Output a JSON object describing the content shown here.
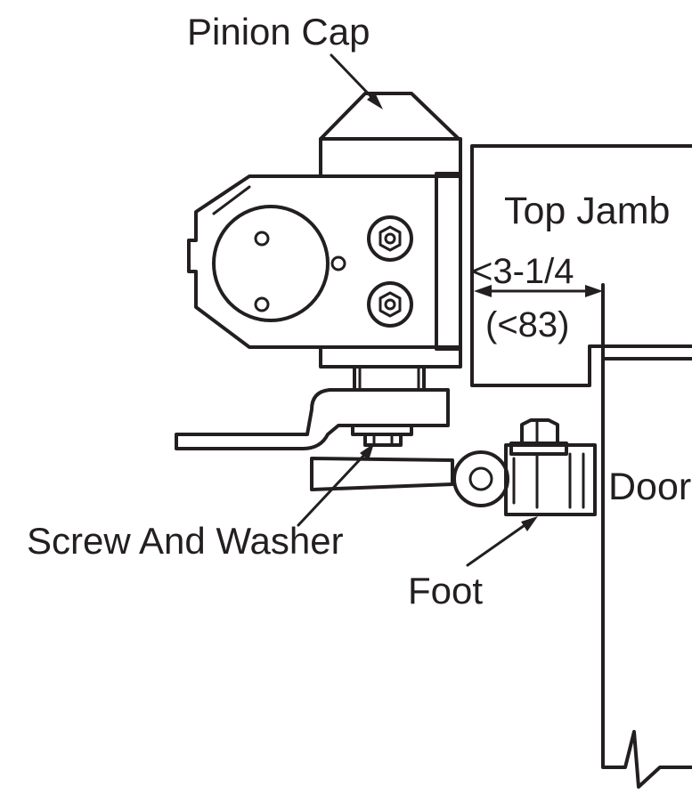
{
  "labels": {
    "pinion_cap": "Pinion Cap",
    "top_jamb": "Top Jamb",
    "dimension_in": "<3-1/4",
    "dimension_mm": "(<83)",
    "door": "Door",
    "screw_and_washer": "Screw And Washer",
    "foot": "Foot"
  }
}
